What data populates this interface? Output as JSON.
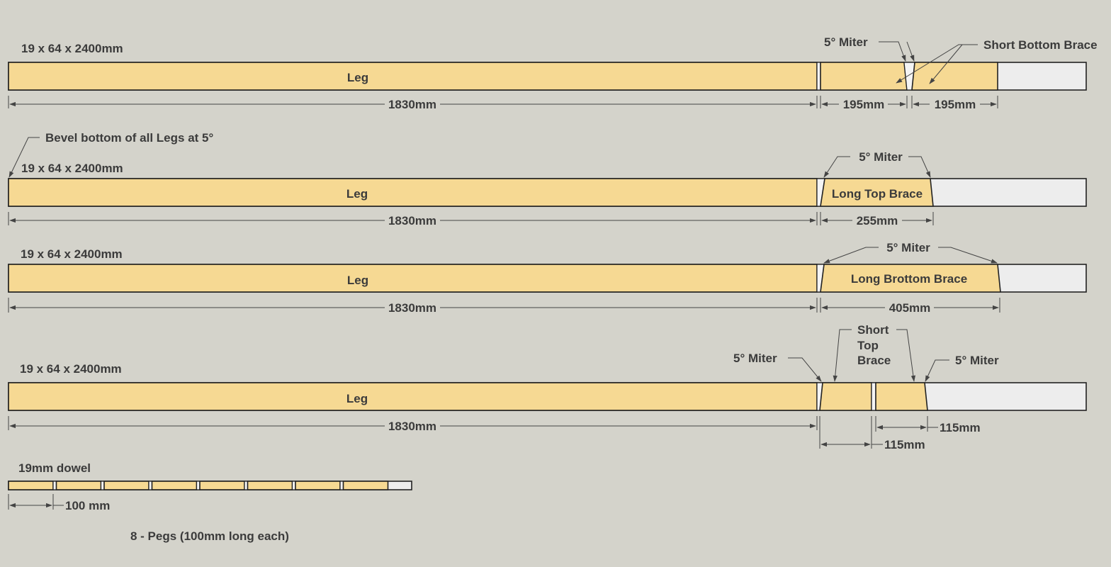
{
  "boards": [
    {
      "stock_label": "19 x 64 x 2400mm",
      "leg_label": "Leg",
      "leg_dim": "1830mm",
      "dim_a": "195mm",
      "dim_b": "195mm",
      "miter_label": "5° Miter",
      "piece_label": "Short Bottom Brace"
    },
    {
      "note": "Bevel bottom of all Legs at 5°",
      "stock_label": "19 x 64 x 2400mm",
      "leg_label": "Leg",
      "leg_dim": "1830mm",
      "miter_label": "5° Miter",
      "piece_label": "Long Top Brace",
      "piece_dim": "255mm"
    },
    {
      "stock_label": "19 x 64 x 2400mm",
      "leg_label": "Leg",
      "leg_dim": "1830mm",
      "miter_label": "5° Miter",
      "piece_label": "Long Brottom Brace",
      "piece_dim": "405mm"
    },
    {
      "stock_label": "19 x 64 x 2400mm",
      "leg_label": "Leg",
      "leg_dim": "1830mm",
      "miter_left": "5° Miter",
      "miter_right": "5° Miter",
      "piece_label_lines": [
        "Short",
        "Top",
        "Brace"
      ],
      "dim_a": "115mm",
      "dim_b": "115mm"
    }
  ],
  "dowel": {
    "label": "19mm dowel",
    "dim": "100 mm",
    "note": "8 - Pegs (100mm long each)",
    "peg_count": 8
  },
  "colors": {
    "background": "#d4d3cb",
    "wood": "#f6d993",
    "waste": "#ededed",
    "outline": "#222222",
    "text": "#3b3b3b"
  }
}
